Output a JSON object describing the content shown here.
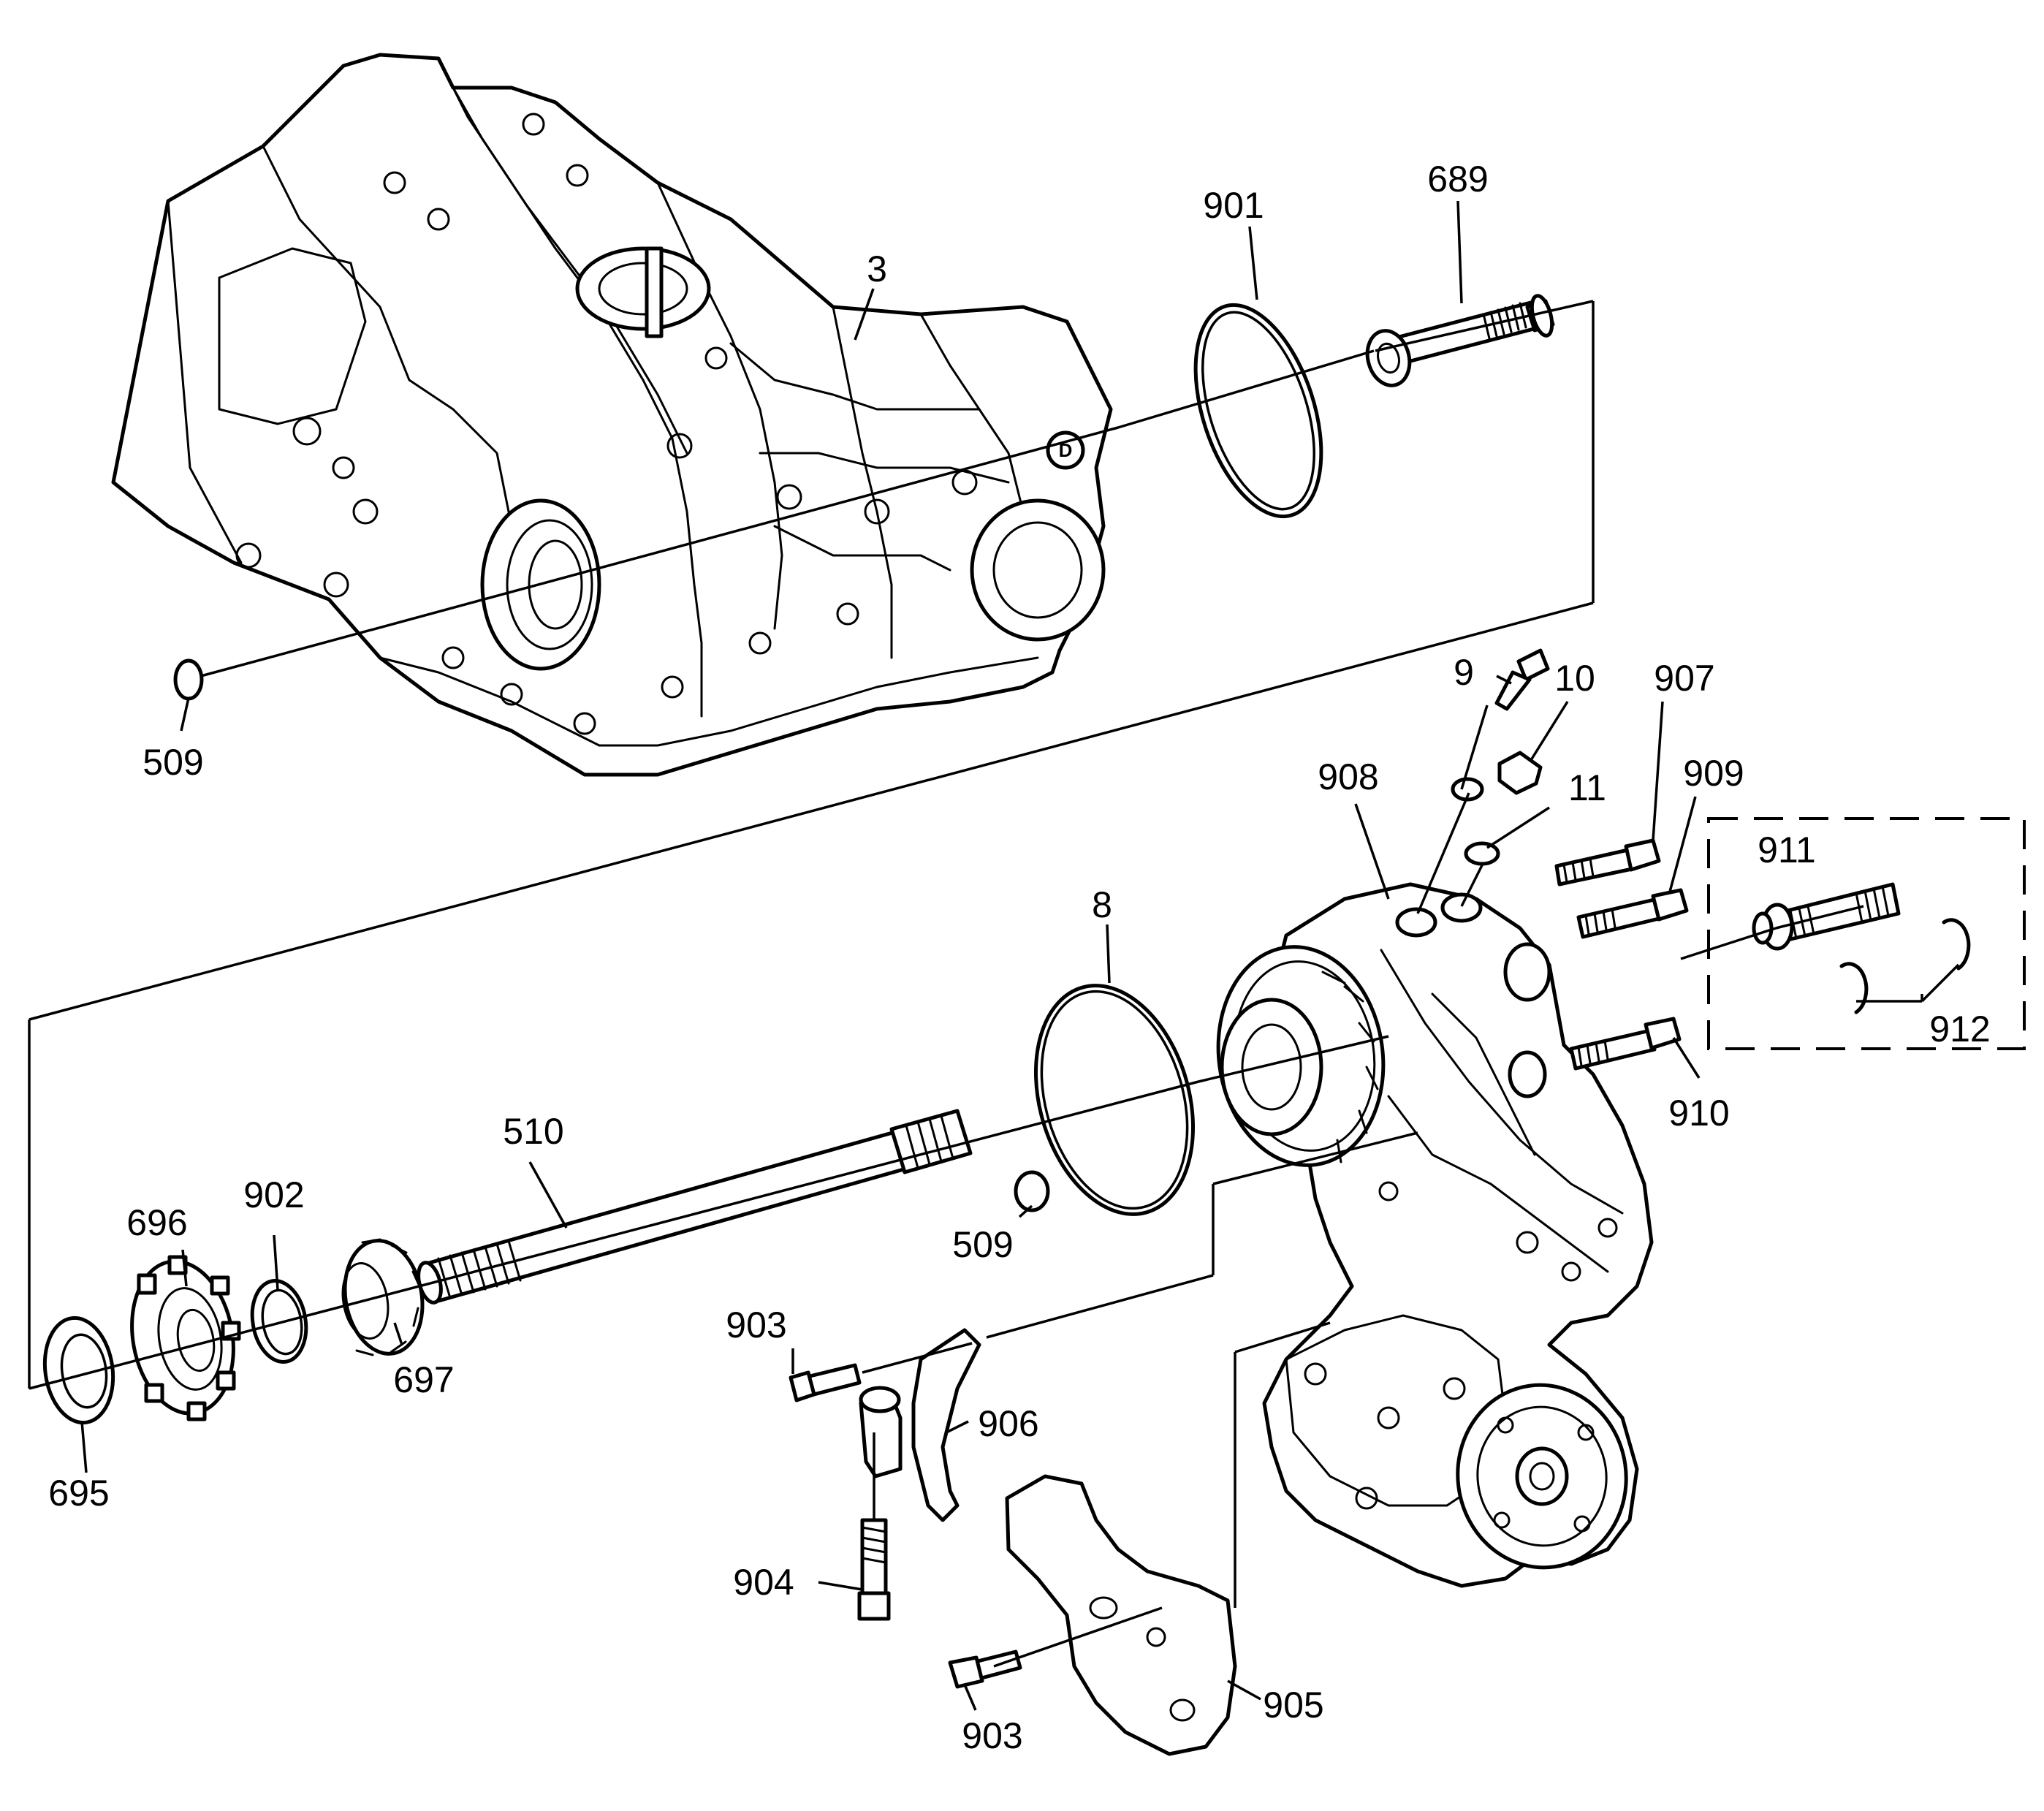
{
  "diagram": {
    "callouts": [
      {
        "id": "lbl-3",
        "text": "3"
      },
      {
        "id": "lbl-901",
        "text": "901"
      },
      {
        "id": "lbl-689",
        "text": "689"
      },
      {
        "id": "lbl-509a",
        "text": "509"
      },
      {
        "id": "lbl-9",
        "text": "9"
      },
      {
        "id": "lbl-10",
        "text": "10"
      },
      {
        "id": "lbl-907",
        "text": "907"
      },
      {
        "id": "lbl-11",
        "text": "11"
      },
      {
        "id": "lbl-908",
        "text": "908"
      },
      {
        "id": "lbl-909",
        "text": "909"
      },
      {
        "id": "lbl-911",
        "text": "911"
      },
      {
        "id": "lbl-8",
        "text": "8"
      },
      {
        "id": "lbl-912",
        "text": "912"
      },
      {
        "id": "lbl-510",
        "text": "510"
      },
      {
        "id": "lbl-910",
        "text": "910"
      },
      {
        "id": "lbl-696",
        "text": "696"
      },
      {
        "id": "lbl-902",
        "text": "902"
      },
      {
        "id": "lbl-509b",
        "text": "509"
      },
      {
        "id": "lbl-903a",
        "text": "903"
      },
      {
        "id": "lbl-697",
        "text": "697"
      },
      {
        "id": "lbl-906",
        "text": "906"
      },
      {
        "id": "lbl-695",
        "text": "695"
      },
      {
        "id": "lbl-904",
        "text": "904"
      },
      {
        "id": "lbl-905",
        "text": "905"
      },
      {
        "id": "lbl-903b",
        "text": "903"
      }
    ],
    "housing_mark": "D"
  }
}
